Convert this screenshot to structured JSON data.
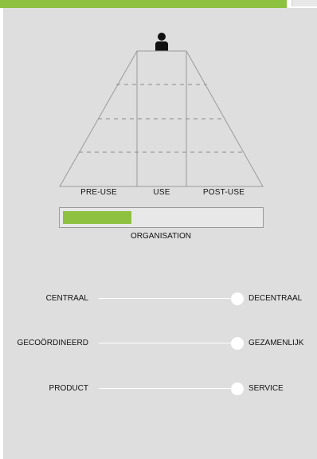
{
  "pyramid": {
    "columns": [
      "PRE-USE",
      "USE",
      "POST-USE"
    ]
  },
  "organisation": {
    "label": "ORGANISATION",
    "level": 0.35
  },
  "sliders": [
    {
      "left": "CENTRAAL",
      "right": "DECENTRAAL",
      "value": 1.0
    },
    {
      "left": "GECOÖRDINEERD",
      "right": "GEZAMENLIJK",
      "value": 1.0
    },
    {
      "left": "PRODUCT",
      "right": "SERVICE",
      "value": 1.0
    }
  ],
  "colors": {
    "accent": "#8dc13f",
    "panel": "#dedede",
    "line": "#9a9a9a"
  }
}
